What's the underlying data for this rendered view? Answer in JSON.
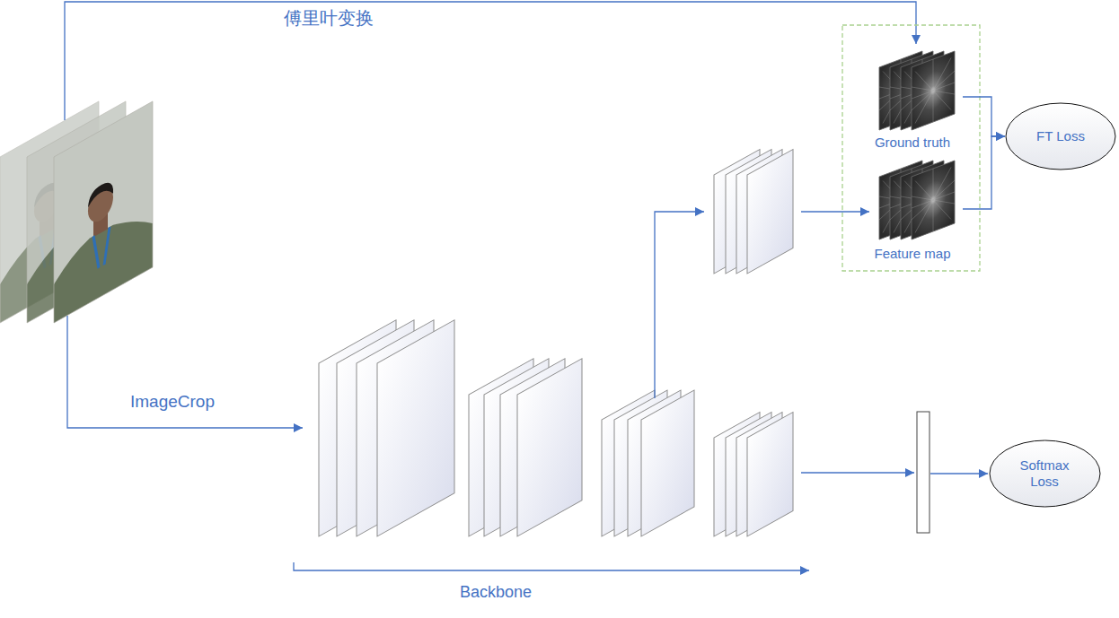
{
  "diagram": {
    "nodes": [
      {
        "text": [
          "Ground truth"
        ]
      },
      {
        "text": [
          "Feature map"
        ]
      },
      {
        "text": [
          "FT Loss"
        ]
      },
      {
        "text": [
          "Softmax Loss"
        ]
      }
    ],
    "edges": [
      {
        "from": 0,
        "to": 2,
        "arrow": "to"
      },
      {
        "from": 1,
        "to": 2,
        "arrow": "to"
      }
    ],
    "labels": [
      "傅里叶变换",
      "ImageCrop",
      "Backbone"
    ]
  }
}
